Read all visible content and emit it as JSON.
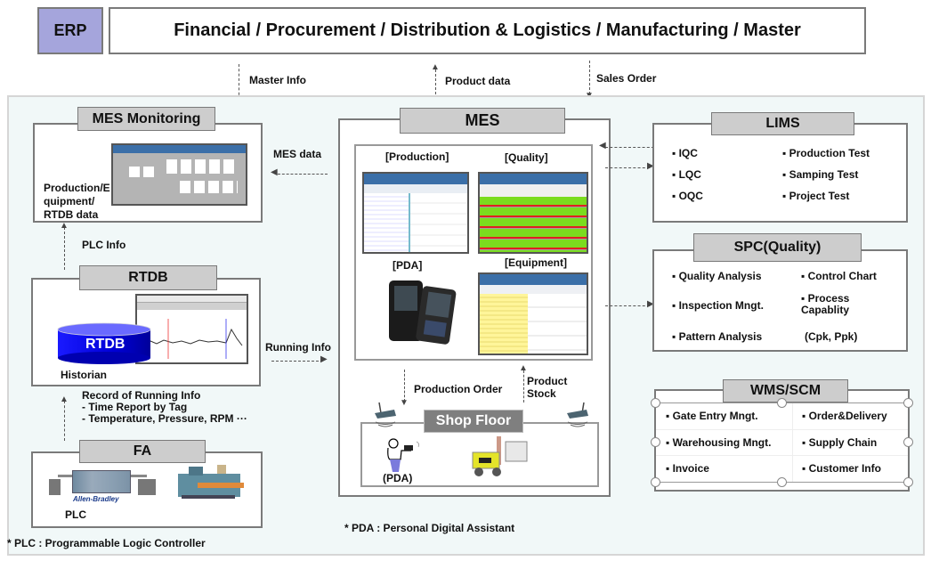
{
  "erp": {
    "tag": "ERP",
    "modules": "Financial / Procurement / Distribution & Logistics / Manufacturing / Master"
  },
  "flows": {
    "master_info": "Master Info",
    "product_data": "Product data",
    "sales_order": "Sales Order",
    "mes_data": "MES data",
    "plc_info": "PLC Info",
    "running_info": "Running Info",
    "production_order": "Production Order",
    "product_stock": [
      "Product",
      "Stock"
    ],
    "record_running": [
      "Record of Running Info",
      "- Time Report by Tag",
      "- Temperature, Pressure, RPM ···"
    ]
  },
  "mes_monitoring": {
    "title": "MES Monitoring",
    "caption": [
      "Production/E",
      "quipment/",
      "RTDB data"
    ]
  },
  "rtdb": {
    "title": "RTDB",
    "db_label": "RTDB",
    "caption": "Historian"
  },
  "fa": {
    "title": "FA",
    "plc_brand": "Allen-Bradley",
    "plc_label": "PLC"
  },
  "mes": {
    "title": "MES",
    "sections": {
      "production": "[Production]",
      "quality": "[Quality]",
      "pda": "[PDA]",
      "equipment": "[Equipment]"
    },
    "shop_floor": "Shop Floor",
    "pda_label": "(PDA)"
  },
  "lims": {
    "title": "LIMS",
    "left": [
      "IQC",
      "LQC",
      "OQC"
    ],
    "right": [
      "Production Test",
      "Samping Test",
      "Project Test"
    ]
  },
  "spc": {
    "title": "SPC(Quality)",
    "left": [
      "Quality Analysis",
      "Inspection Mngt.",
      "Pattern Analysis"
    ],
    "right": [
      "Control Chart",
      "Process Capablity",
      "(Cpk, Ppk)"
    ]
  },
  "wms": {
    "title": "WMS/SCM",
    "left": [
      "Gate Entry Mngt.",
      "Warehousing Mngt.",
      "Invoice"
    ],
    "right": [
      "Order&Delivery",
      "Supply Chain",
      "Customer Info"
    ]
  },
  "footnotes": {
    "plc": "* PLC : Programmable Logic Controller",
    "pda": "* PDA : Personal Digital Assistant"
  },
  "colors": {
    "erp_tag": "#a5a5dc",
    "header_gray": "#cdcdcd",
    "rtdb_db": "#0000e0",
    "panel_bg": "#f1f8f8",
    "shop_floor": "#7f7f7f"
  }
}
